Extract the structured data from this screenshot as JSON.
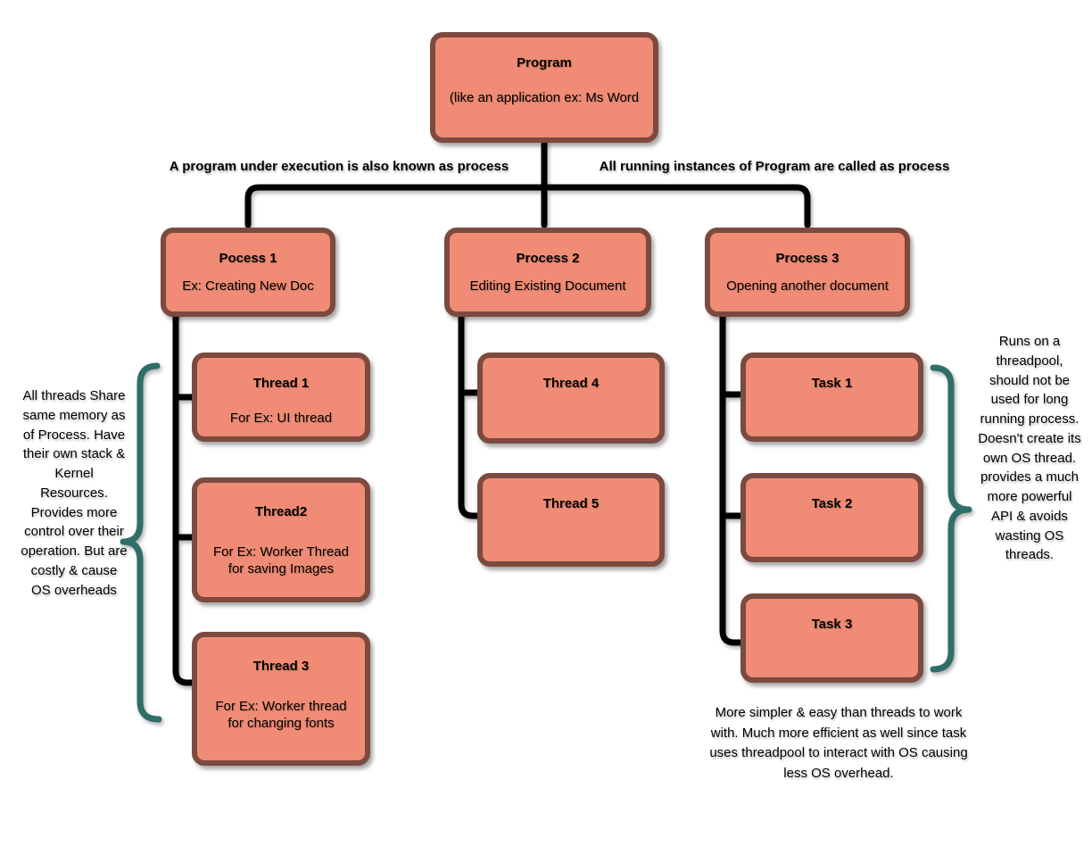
{
  "colors": {
    "box-fill": "#F08C75",
    "box-border": "#7C4A3F",
    "connector": "#000000",
    "brace": "#2F6E69",
    "text": "#000000",
    "background": "#FFFFFF"
  },
  "diagram": {
    "root": {
      "title": "Program",
      "subtitle": "(like an application ex:  Ms Word"
    },
    "edge_labels": {
      "left": "A program under execution is also known as process",
      "right": "All running instances of Program are called as process"
    },
    "processes": [
      {
        "title": "Pocess 1",
        "subtitle": "Ex: Creating New Doc"
      },
      {
        "title": "Process 2",
        "subtitle": "Editing Existing Document"
      },
      {
        "title": "Process 3",
        "subtitle": "Opening another document"
      }
    ],
    "threads_p1": [
      {
        "title": "Thread 1",
        "subtitle": "For Ex: UI thread"
      },
      {
        "title": "Thread2",
        "subtitle": "For Ex: Worker Thread for saving Images"
      },
      {
        "title": "Thread 3",
        "subtitle": "For Ex: Worker thread for changing fonts"
      }
    ],
    "threads_p2": [
      {
        "title": "Thread 4"
      },
      {
        "title": "Thread 5"
      }
    ],
    "tasks_p3": [
      {
        "title": "Task 1"
      },
      {
        "title": "Task 2"
      },
      {
        "title": "Task 3"
      }
    ],
    "annotations": {
      "threads_note": "All threads Share same memory as of Process. Have their own stack & Kernel Resources. Provides more control over their operation. But are costly & cause OS overheads",
      "tasks_note": "Runs on a threadpool, should not be used for long running process. Doesn't create its own OS thread. provides a much more powerful API & avoids wasting OS threads.",
      "tasks_bottom_note": "More simpler & easy than threads to work with. Much more efficient as well since task uses threadpool to interact with OS causing less OS overhead."
    }
  }
}
